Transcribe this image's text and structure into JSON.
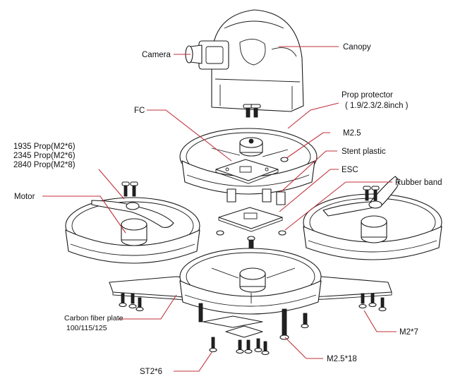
{
  "colors": {
    "leader": "#c0303a",
    "line": "#1a1a1a",
    "background": "#ffffff"
  },
  "labels": {
    "camera": "Camera",
    "canopy": "Canopy",
    "prop_protector": "Prop protector",
    "prop_protector_sizes": "( 1.9/2.3/2.8inch )",
    "fc": "FC",
    "m25": "M2.5",
    "stent_plastic": "Stent plastic",
    "esc": "ESC",
    "rubber_band": "Rubber band",
    "prop_1935": "1935 Prop(M2*6)",
    "prop_2345": "2345 Prop(M2*6)",
    "prop_2840": "2840 Prop(M2*8)",
    "motor": "Motor",
    "carbon_plate": "Carbon fiber plate",
    "carbon_plate_sizes": "100/115/125",
    "m27": "M2*7",
    "m2518": "M2.5*18",
    "st26": "ST2*6"
  }
}
